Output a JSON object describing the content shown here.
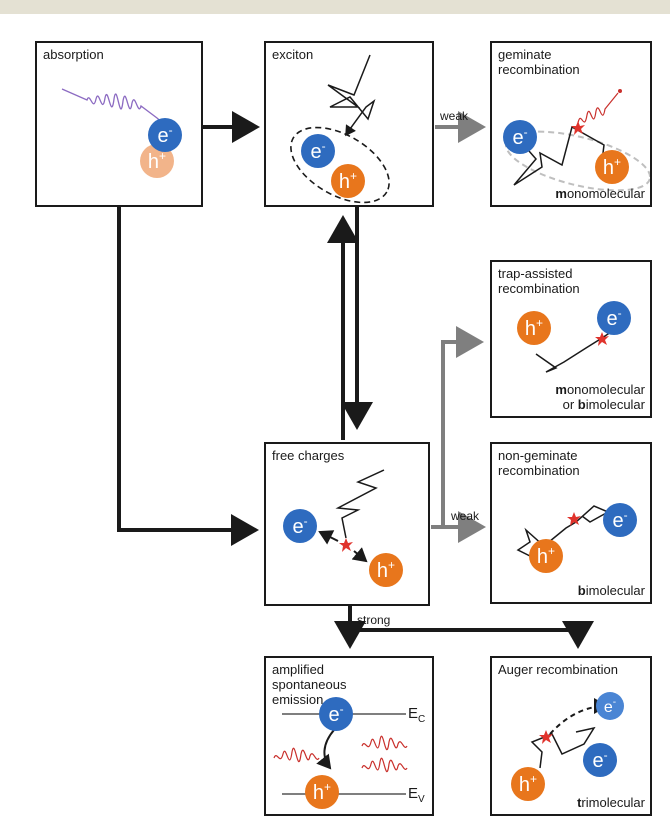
{
  "boxes": {
    "absorption": {
      "label": "absorption"
    },
    "exciton": {
      "label": "exciton"
    },
    "geminate": {
      "label": "geminate\nrecombination",
      "sub_bold": "m",
      "sub_rest": "onomolecular"
    },
    "trap": {
      "label": "trap-assisted\nrecombination",
      "sub1_bold": "m",
      "sub1_rest": "onomolecular",
      "sub2_pre": "or ",
      "sub2_bold": "b",
      "sub2_rest": "imolecular"
    },
    "free": {
      "label": "free charges"
    },
    "nongeminate": {
      "label": "non-geminate\nrecombination",
      "sub_bold": "b",
      "sub_rest": "imolecular"
    },
    "ase": {
      "label": "amplified\nspontaneous\nemission",
      "ec": "E",
      "ec_sub": "C",
      "ev": "E",
      "ev_sub": "V"
    },
    "auger": {
      "label": "Auger recombination",
      "sub_bold": "t",
      "sub_rest": "rimolecular"
    }
  },
  "flow": {
    "weak_top": "weak",
    "weak_mid": "weak",
    "strong": "strong"
  },
  "particles": {
    "e_base": "e",
    "h_base": "h",
    "e_sup": "-",
    "h_sup": "+"
  },
  "colors": {
    "electron": "#2e6bbf",
    "hole": "#e8761c",
    "hole_faint": "#f2b48a",
    "photon_purple": "#8c6bc2",
    "photon_red": "#c9302c",
    "flow_gray": "#7f7f7f",
    "band_bar": "#e4e1d3"
  }
}
